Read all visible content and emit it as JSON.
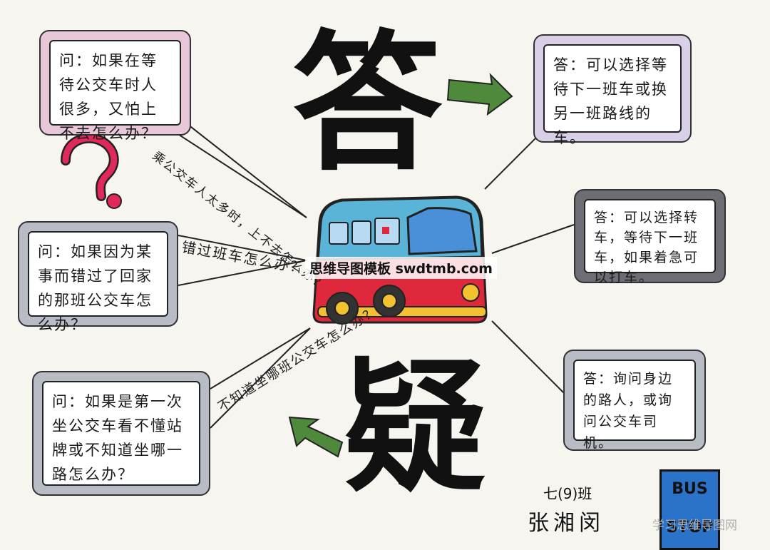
{
  "title": {
    "char_top": "答",
    "char_bottom": "疑"
  },
  "questions": [
    {
      "text": "问：如果在等待公交车时人很多，又怕上不去怎么办？"
    },
    {
      "text": "问：如果因为某事而错过了回家的那班公交车怎么办？"
    },
    {
      "text": "问：如果是第一次坐公交车看不懂站牌或不知道坐哪一路怎么办？"
    }
  ],
  "answers": [
    {
      "text": "答：可以选择等待下一班车或换另一班路线的车。"
    },
    {
      "text": "答：可以选择转车，等待下一班车，如果着急可以打车。"
    },
    {
      "text": "答：询问身边的路人，或询问公交车司机。"
    }
  ],
  "connector_labels": [
    {
      "text": "乘公交车人太多时，上不去怎么办？"
    },
    {
      "text": "错过班车怎么办？"
    },
    {
      "text": "不知道坐哪班公交车怎么办？"
    }
  ],
  "bus_stop": {
    "line1": "BUS",
    "line2": "STOP"
  },
  "author": {
    "class": "七(9)班",
    "name": "张湘闵"
  },
  "watermark": "思维导图模板 swdtmb.com",
  "corner_mark": "学习思维导图网",
  "colors": {
    "arrow_green": "#4f8a3c",
    "bus_red": "#e0283c",
    "bus_blue": "#5ab4d8",
    "question_mark": "#e0285a",
    "sign_blue": "#2b72c9"
  }
}
